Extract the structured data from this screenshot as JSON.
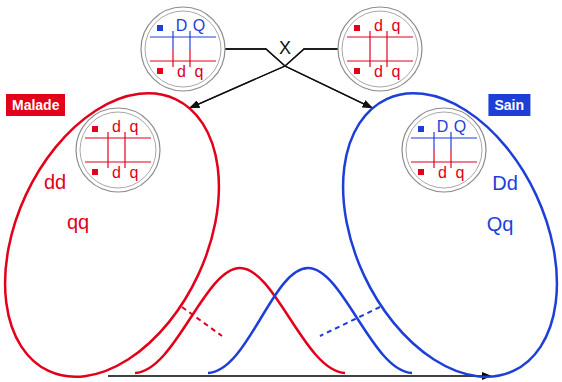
{
  "diagram": {
    "nodes": [
      {
        "text": [
          "D",
          "Q",
          "d",
          "q"
        ]
      },
      {
        "text": [
          "d",
          "q",
          "d",
          "q"
        ]
      },
      {
        "text": [
          "Malade",
          "dd",
          "qq"
        ]
      },
      {
        "text": [
          "d",
          "q",
          "d",
          "q"
        ],
        "in": 2
      },
      {
        "text": [
          "Sain",
          "Dd",
          "Qq"
        ]
      },
      {
        "text": [
          "D",
          "Q",
          "d",
          "q"
        ],
        "in": 4
      }
    ],
    "edges": [
      {
        "from": 0,
        "to": 2,
        "arrow": "to"
      },
      {
        "from": 0,
        "to": 4,
        "arrow": "to"
      },
      {
        "from": 1,
        "to": 2,
        "arrow": "to"
      },
      {
        "from": 1,
        "to": 4,
        "arrow": "to"
      }
    ],
    "labels": [
      "X"
    ]
  }
}
